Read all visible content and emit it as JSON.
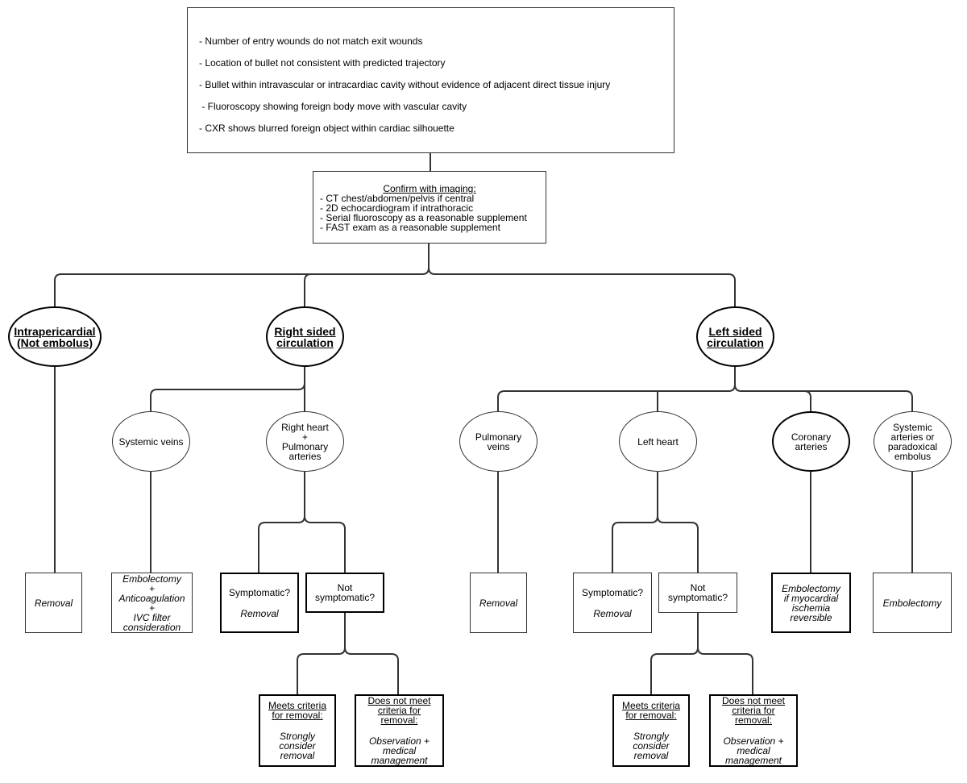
{
  "criteria": {
    "items": [
      "- Number of entry wounds do not match exit wounds",
      "- Location of bullet not consistent with predicted trajectory",
      "- Bullet within intravascular or intracardiac cavity without evidence of adjacent direct tissue injury",
      " - Fluoroscopy showing foreign body move with vascular cavity",
      "- CXR shows blurred foreign object within cardiac silhouette"
    ]
  },
  "imaging": {
    "title": "Confirm with imaging:",
    "items": [
      "- CT chest/abdomen/pelvis if central",
      "- 2D echocardiogram if intrathoracic",
      "- Serial fluoroscopy as a reasonable supplement",
      "- FAST exam as a reasonable supplement"
    ]
  },
  "level1": {
    "intrapericardial": [
      "Intrapericardial",
      "(Not embolus)"
    ],
    "right": [
      "Right sided",
      "circulation"
    ],
    "left": [
      "Left sided",
      "circulation"
    ]
  },
  "level2": {
    "systemic_veins": "Systemic veins",
    "right_heart": [
      "Right heart",
      "+",
      "Pulmonary",
      "arteries"
    ],
    "pulmonary_veins": [
      "Pulmonary",
      "veins"
    ],
    "left_heart": "Left heart",
    "coronary": [
      "Coronary",
      "arteries"
    ],
    "systemic_arteries": [
      "Systemic",
      "arteries or",
      "paradoxical",
      "embolus"
    ]
  },
  "outcomes": {
    "removal_label": "Removal",
    "embolectomy_anticoag": [
      "Embolectomy",
      "+",
      "Anticoagulation",
      "+",
      "IVC filter",
      "consideration"
    ],
    "symptomatic_q": "Symptomatic?",
    "not_symptomatic_q": [
      "Not",
      "symptomatic?"
    ],
    "embolectomy_ischemia": [
      "Embolectomy",
      "if myocardial",
      "ischemia",
      "reversible"
    ],
    "embolectomy": "Embolectomy"
  },
  "criteria_outcomes": {
    "meets": [
      "Meets criteria",
      "for removal:"
    ],
    "meets_action": [
      "Strongly",
      "consider",
      "removal"
    ],
    "not_meets": [
      "Does not meet",
      "criteria for",
      "removal:"
    ],
    "not_meets_action": [
      "Observation +",
      "medical",
      "management"
    ]
  }
}
